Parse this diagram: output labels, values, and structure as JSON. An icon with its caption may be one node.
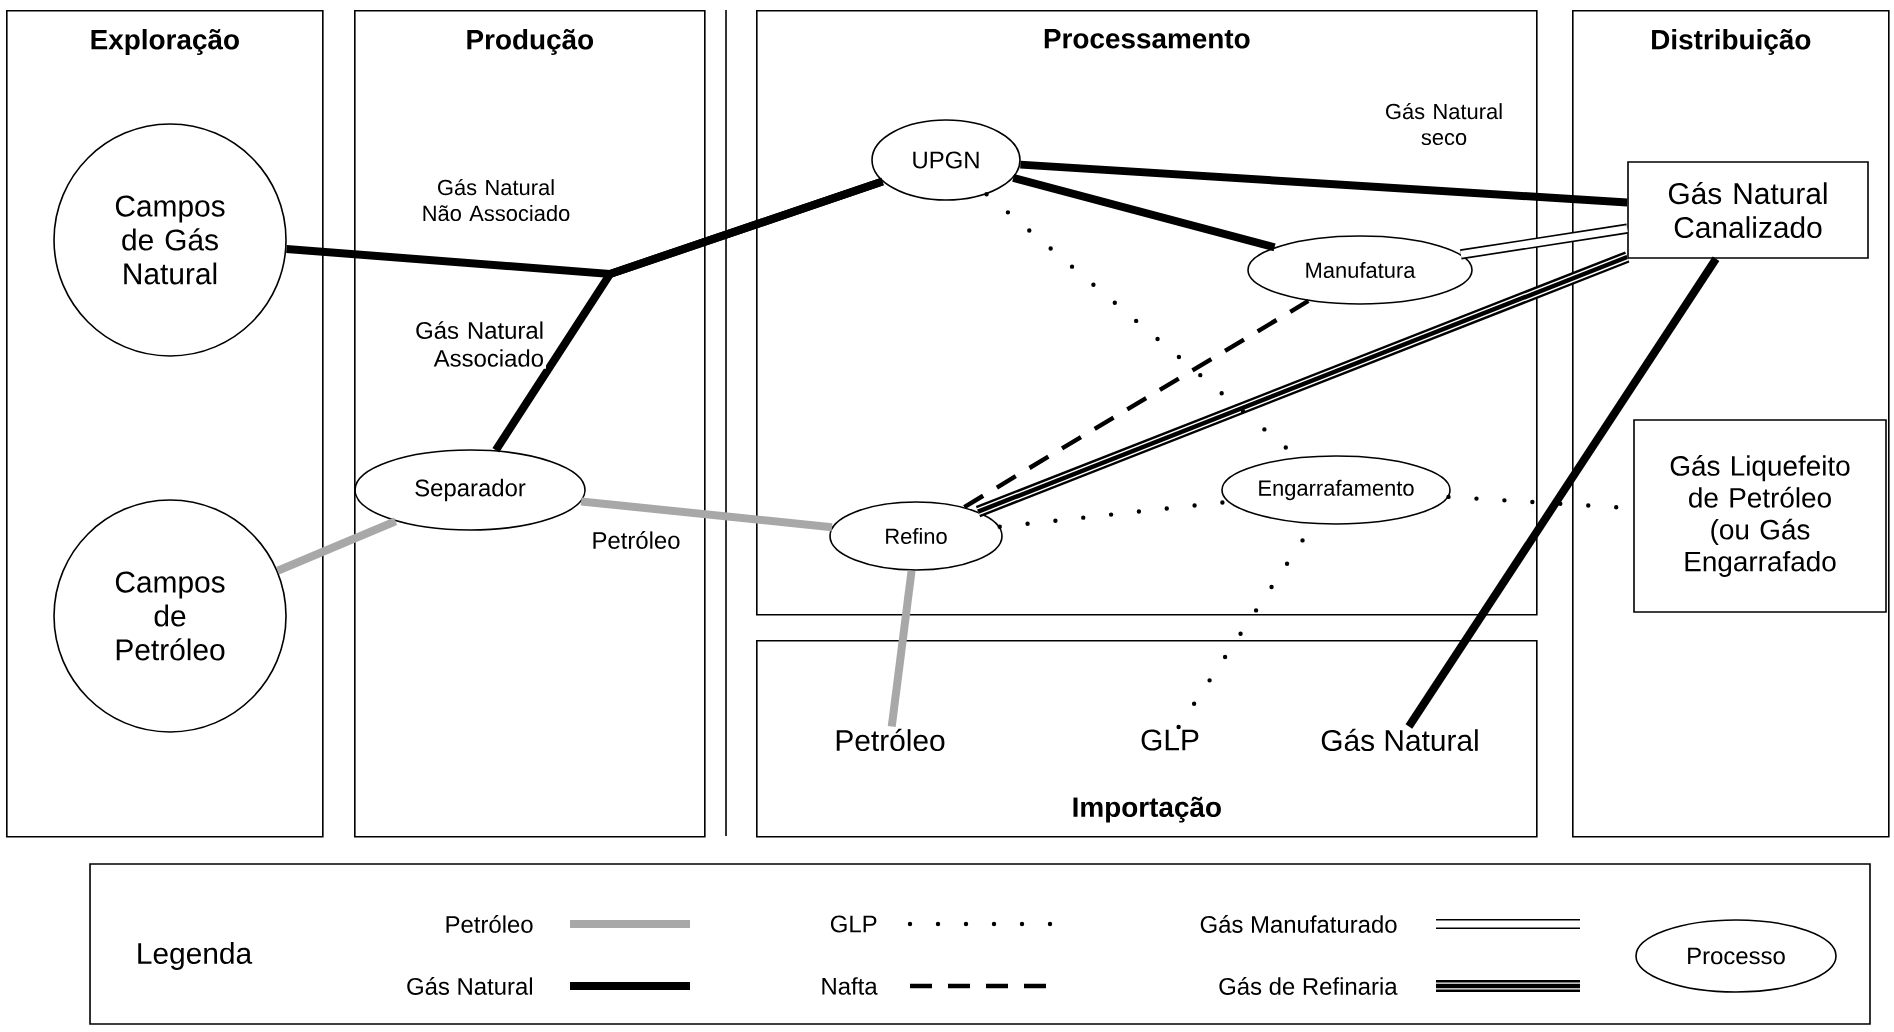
{
  "diagram": {
    "nodes": [
      {
        "text": [
          "Exploração"
        ]
      },
      {
        "text": [
          "Campos de Gás Natural"
        ],
        "in": 0
      },
      {
        "text": [
          "Campos de Petróleo"
        ],
        "in": 0
      },
      {
        "text": [
          "Produção"
        ]
      },
      {
        "text": [
          "Separador"
        ],
        "in": 3
      },
      {
        "text": [
          "Processamento"
        ]
      },
      {
        "text": [
          "UPGN"
        ],
        "in": 5
      },
      {
        "text": [
          "Manufatura"
        ],
        "in": 5
      },
      {
        "text": [
          "Refino"
        ],
        "in": 5
      },
      {
        "text": [
          "Engarrafamento"
        ],
        "in": 5
      },
      {
        "text": [
          "Importação"
        ]
      },
      {
        "text": [
          "Petróleo"
        ],
        "in": 10
      },
      {
        "text": [
          "GLP"
        ],
        "in": 10
      },
      {
        "text": [
          "Gás Natural"
        ],
        "in": 10
      },
      {
        "text": [
          "Distribuição"
        ]
      },
      {
        "text": [
          "Gás Natural Canalizado"
        ],
        "in": 14
      },
      {
        "text": [
          "Gás Liquefeito de Petróleo (ou Gás Engarrafado"
        ],
        "in": 14
      }
    ],
    "edges": [
      {
        "from": 1,
        "to": 6,
        "arrow": "none",
        "label": "Gás Natural Não Associado"
      },
      {
        "from": 4,
        "to": 6,
        "arrow": "none",
        "label": "Gás Natural Associado"
      },
      {
        "from": 2,
        "to": 4,
        "arrow": "none",
        "color": "#a8a8a8"
      },
      {
        "from": 4,
        "to": 8,
        "arrow": "none",
        "color": "#a8a8a8",
        "label": "Petróleo"
      },
      {
        "from": 11,
        "to": 8,
        "arrow": "none",
        "color": "#a8a8a8"
      },
      {
        "from": 6,
        "to": 15,
        "arrow": "none",
        "label": "Gás Natural seco"
      },
      {
        "from": 6,
        "to": 7,
        "arrow": "none"
      },
      {
        "from": 7,
        "to": 15,
        "arrow": "none"
      },
      {
        "from": 8,
        "to": 15,
        "arrow": "none"
      },
      {
        "from": 8,
        "to": 7,
        "arrow": "none",
        "style": "dashed"
      },
      {
        "from": 6,
        "to": 9,
        "arrow": "none",
        "style": "dashed"
      },
      {
        "from": 8,
        "to": 9,
        "arrow": "none",
        "style": "dashed"
      },
      {
        "from": 12,
        "to": 9,
        "arrow": "none",
        "style": "dashed"
      },
      {
        "from": 9,
        "to": 16,
        "arrow": "none",
        "style": "dashed"
      },
      {
        "from": 13,
        "to": 15,
        "arrow": "none"
      }
    ],
    "labels": [
      "Legenda"
    ],
    "legend": [
      {
        "text": "Petróleo"
      },
      {
        "text": "Gás Natural"
      },
      {
        "text": "GLP"
      },
      {
        "text": "Nafta"
      },
      {
        "text": "Gás Manufaturado"
      },
      {
        "text": "Gás de Refinaria"
      },
      {
        "text": "Processo"
      }
    ]
  }
}
